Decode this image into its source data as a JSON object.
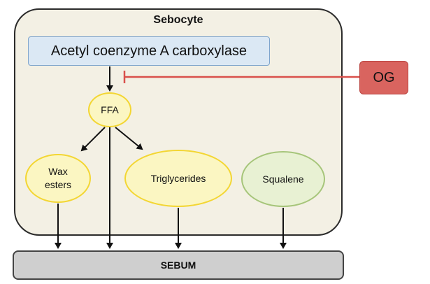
{
  "cell_label": "Sebocyte",
  "enzyme_label": "Acetyl coenzyme A carboxylase",
  "inhibitor_label": "OG",
  "nodes": {
    "ffa": "FFA",
    "wax_line1": "Wax",
    "wax_line2": "esters",
    "triglycerides": "Triglycerides",
    "squalene": "Squalene"
  },
  "output_label": "SEBUM",
  "colors": {
    "inhibition_line": "#d9514c",
    "arrow": "#111111",
    "lipid_fill": "#fbf6c2",
    "squalene_fill": "#e8f1d3"
  }
}
